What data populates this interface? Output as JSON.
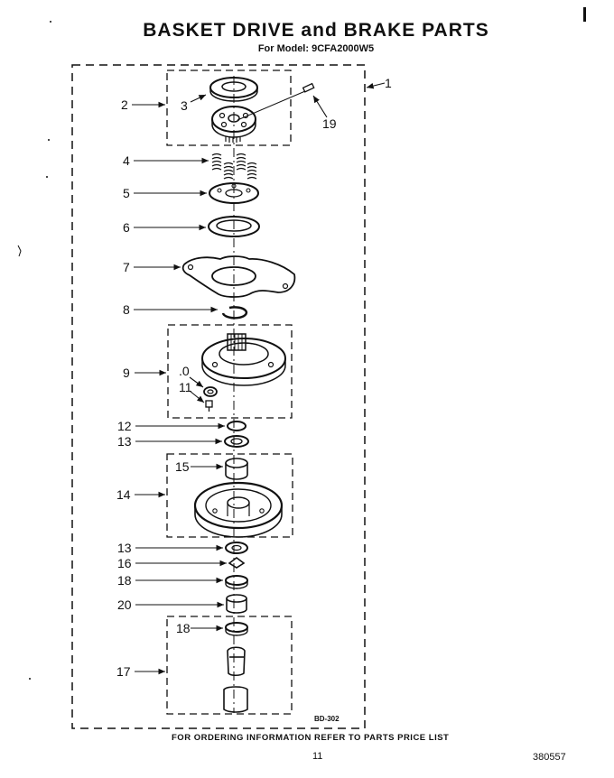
{
  "header": {
    "title": "BASKET DRIVE and BRAKE PARTS",
    "model": "For Model: 9CFA2000W5"
  },
  "callouts": {
    "c1": "1",
    "c2": "2",
    "c3": "3",
    "c4": "4",
    "c5": "5",
    "c6": "6",
    "c7": "7",
    "c8": "8",
    "c9": "9",
    "c10": ".0",
    "c11": "11",
    "c12": "12",
    "c13a": "13",
    "c13b": "13",
    "c14": "14",
    "c15": "15",
    "c16": "16",
    "c17": "17",
    "c18a": "18",
    "c18b": "18",
    "c19": "19",
    "c20": "20"
  },
  "drawing_code": "BD-302",
  "footer": {
    "instruction": "FOR ORDERING INFORMATION REFER TO PARTS PRICE LIST",
    "page": "11",
    "doc_number": "380557"
  }
}
